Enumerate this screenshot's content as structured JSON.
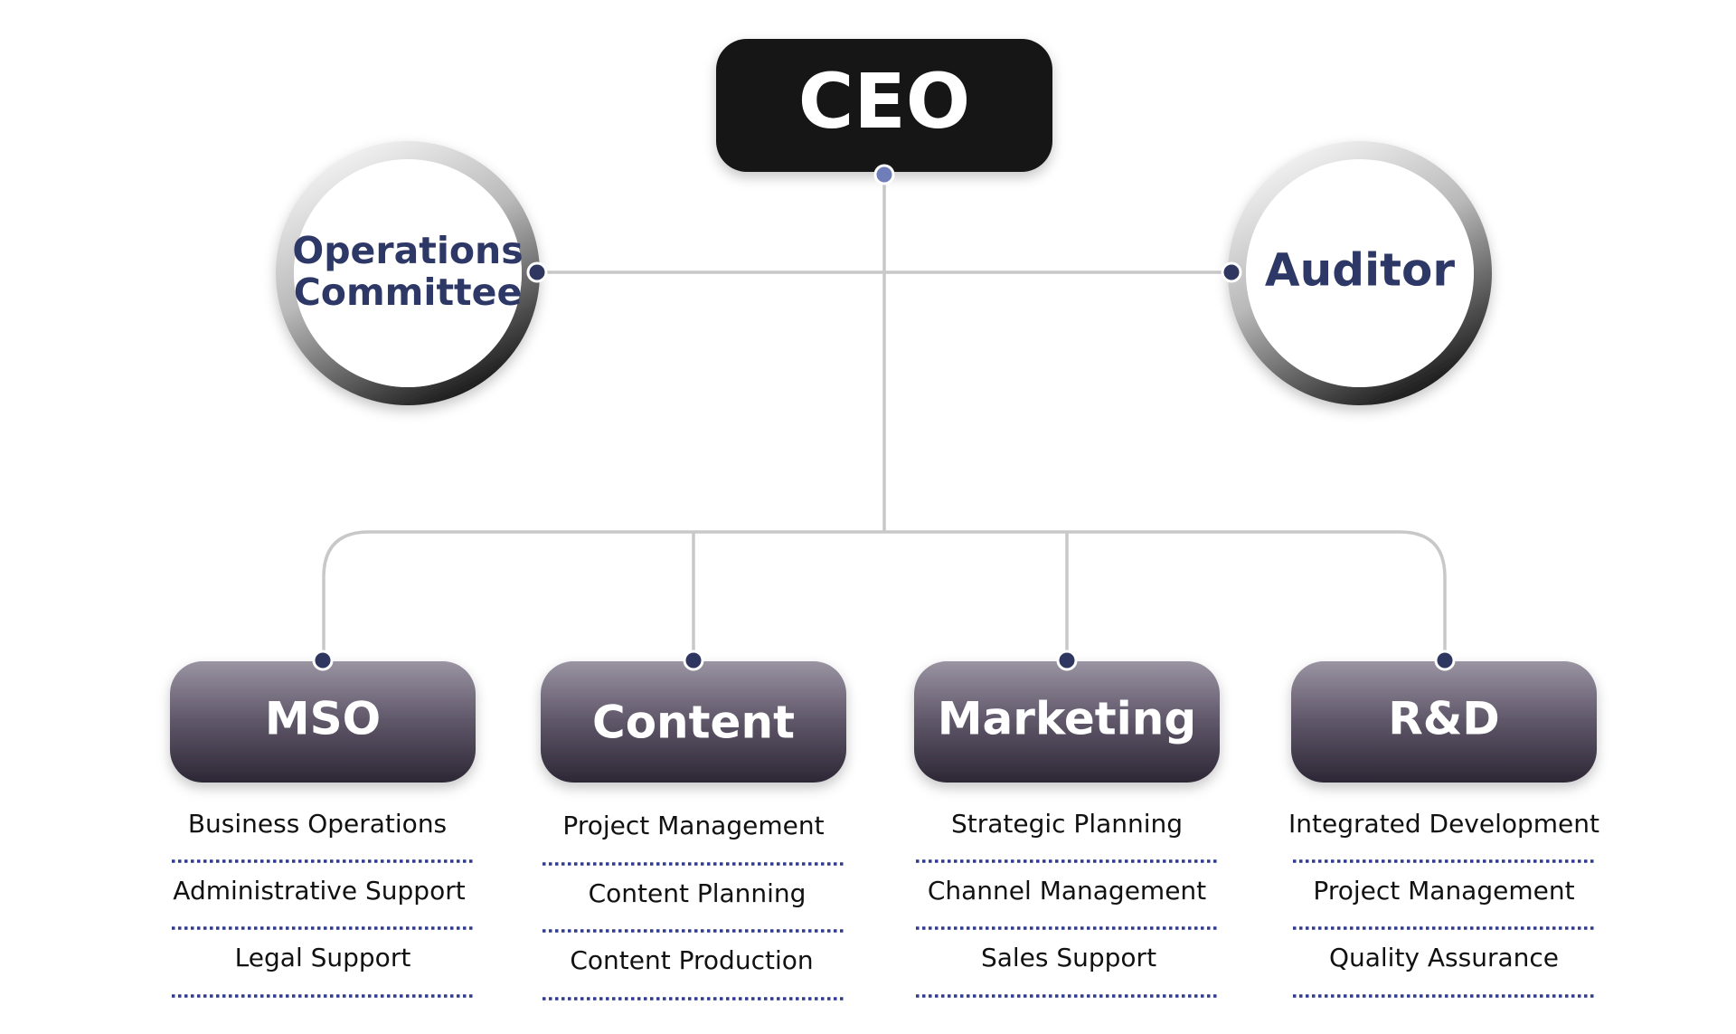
{
  "ceo": {
    "label": "CEO"
  },
  "operations_committee": {
    "line1": "Operations",
    "line2": "Committee"
  },
  "auditor": {
    "label": "Auditor"
  },
  "departments": [
    {
      "name": "MSO",
      "items": [
        "Business Operations",
        "Administrative Support",
        "Legal Support"
      ]
    },
    {
      "name": "Content",
      "items": [
        "Project Management",
        "Content Planning",
        "Content Production"
      ]
    },
    {
      "name": "Marketing",
      "items": [
        "Strategic Planning",
        "Channel Management",
        "Sales Support"
      ]
    },
    {
      "name": "R&D",
      "items": [
        "Integrated Development",
        "Project Management",
        "Quality Assurance"
      ]
    }
  ],
  "colors": {
    "ceo_box": "#161616",
    "dept_box_top": "#9a93a2",
    "dept_box_bottom": "#2c2735",
    "circle_text": "#2e3866",
    "connector": "#c8c8c8",
    "dot": "#2f3760",
    "dot_ceo": "#6f7eb8",
    "divider": "#2f3a8c"
  }
}
